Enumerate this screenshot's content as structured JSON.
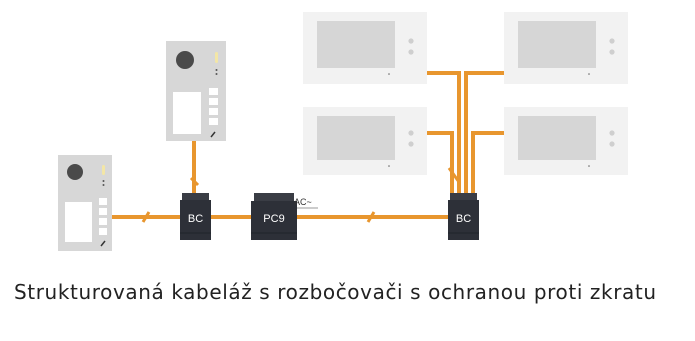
{
  "devices": {
    "bc_left": "BC",
    "pc": "PC9",
    "bc_right": "BC",
    "ac": "AC~"
  },
  "caption": "Strukturovaná kabeláž s rozbočovači s ochranou proti zkratu",
  "colors": {
    "cable": "#e8962e",
    "station": "#d7d7d7",
    "monitor_frame": "#f2f2f2",
    "monitor_screen": "#d6d6d6",
    "box": "#2d3038"
  }
}
